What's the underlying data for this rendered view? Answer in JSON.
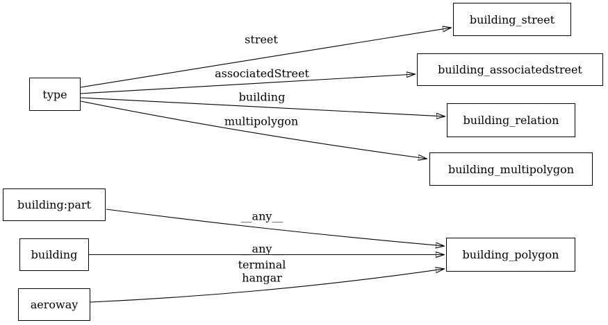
{
  "colors": {
    "background": "#ffffff",
    "node_border": "#000000",
    "edge_stroke": "#000000",
    "text": "#000000"
  },
  "nodes": {
    "type": {
      "label": "type"
    },
    "building_street": {
      "label": "building_street"
    },
    "building_associatedstreet": {
      "label": "building_associatedstreet"
    },
    "building_relation": {
      "label": "building_relation"
    },
    "building_multipolygon": {
      "label": "building_multipolygon"
    },
    "building_part": {
      "label": "building:part"
    },
    "building": {
      "label": "building"
    },
    "aeroway": {
      "label": "aeroway"
    },
    "building_polygon": {
      "label": "building_polygon"
    }
  },
  "edges": [
    {
      "from": "type",
      "to": "building_street",
      "label": "street"
    },
    {
      "from": "type",
      "to": "building_associatedstreet",
      "label": "associatedStreet"
    },
    {
      "from": "type",
      "to": "building_relation",
      "label": "building"
    },
    {
      "from": "type",
      "to": "building_multipolygon",
      "label": "multipolygon"
    },
    {
      "from": "building:part",
      "to": "building_polygon",
      "label": "__any__"
    },
    {
      "from": "building",
      "to": "building_polygon",
      "label": "__any__"
    },
    {
      "from": "aeroway",
      "to": "building_polygon",
      "labels": [
        "terminal",
        "hangar"
      ]
    }
  ]
}
